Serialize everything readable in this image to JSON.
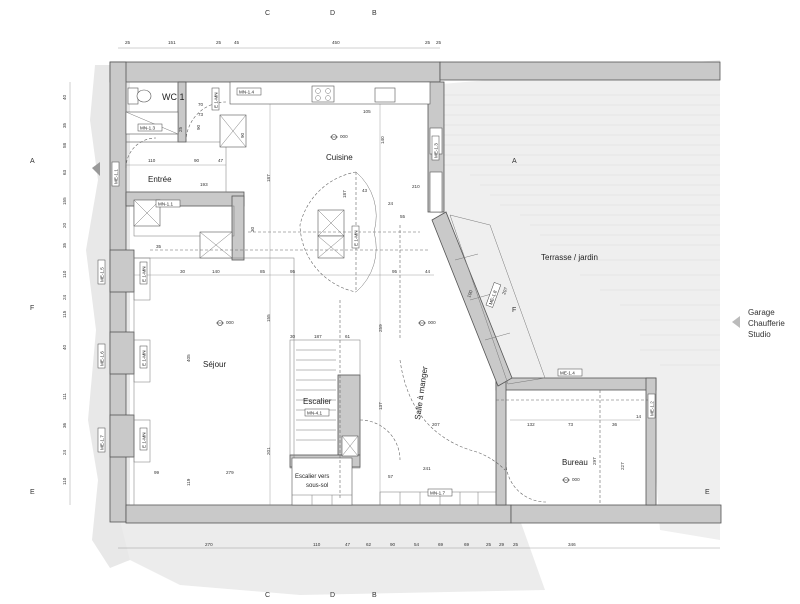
{
  "rooms": {
    "wc": "WC 1",
    "entree": "Entrée",
    "cuisine": "Cuisine",
    "sejour": "Séjour",
    "salle_a_manger": "Salle à manger",
    "escalier": "Escalier",
    "escalier_sous_sol_line1": "Escalier vers",
    "escalier_sous_sol_line2": "sous-sol",
    "terrasse": "Terrasse / jardin",
    "bureau": "Bureau"
  },
  "external_labels": [
    "Garage",
    "Chaufferie",
    "Studio"
  ],
  "section_marks": {
    "A_left": "A",
    "A_right": "A",
    "F_left": "F",
    "F_right": "F",
    "E_left": "E",
    "E_right": "E",
    "C_top": "C",
    "D_top": "D",
    "B_top": "B",
    "C_bottom": "C",
    "D_bottom": "D",
    "B_bottom": "B"
  },
  "tags": {
    "mn_1_4": "MN-1.4",
    "mn_1_3": "MN-1.3",
    "mn_1_1": "MN-1.1",
    "mn_4_1": "MN-4.1",
    "mn_1_7": "MN-1.7",
    "me_1_1": "ME-1.1",
    "me_1_5": "ME-1.5",
    "me_1_6": "ME-1.6",
    "me_1_7": "ME-1.7",
    "me_1_4": "ME-1.4",
    "me_1_2": "ME-1.2",
    "me_1_3": "ME-1.3",
    "me_1_8": "ME-1.8",
    "e_1_mn_a": "E 1-MN",
    "e_1_mn_b": "E 1-MN",
    "e_1_mn_c": "E 1-MN",
    "e_1_mn_d": "E 1-MN",
    "e_1_mn_e": "E 1-MN"
  },
  "levels": {
    "cuisine": "000",
    "sejour": "000",
    "salle_a_manger": "000",
    "bureau": "000"
  },
  "top_dims": [
    "25",
    "151",
    "25",
    "45",
    "450",
    "25",
    "25"
  ],
  "bottom_dims": [
    "270",
    "110",
    "47",
    "62",
    "90",
    "54",
    "69",
    "69",
    "25",
    "29",
    "25",
    "346"
  ],
  "left_dims": [
    "40",
    "35",
    "58",
    "63",
    "155",
    "20",
    "35",
    "110",
    "24",
    "115",
    "40",
    "111",
    "36",
    "24",
    "110"
  ],
  "inner_dims": {
    "cuisine_w": "105",
    "cuisine_d": "90",
    "entree_w": "193",
    "entree_110": "110",
    "entree_90": "90",
    "entree_47": "47",
    "entree_30": "30",
    "sejour_35": "35",
    "sejour_30": "30",
    "sejour_140": "140",
    "sejour_85": "85",
    "sejour_95": "95",
    "sejour_95b": "95",
    "sejour_44": "44",
    "sejour_h1": "187",
    "sejour_h2": "405",
    "sejour_h3": "155",
    "sejour_h4": "201",
    "sejour_119": "119",
    "sejour_279": "279",
    "sejour_99": "99",
    "esc_187": "187",
    "esc_30": "30",
    "esc_61": "61",
    "sam_h": "259",
    "sam_137": "137",
    "sam_207": "207",
    "sam_241": "241",
    "sam_57": "57",
    "cuis_140": "140",
    "cuis_43": "43",
    "cuis_187": "187",
    "cuis_24": "24",
    "cuis_55": "55",
    "cuis_210": "210",
    "bureau_132": "132",
    "bureau_73": "73",
    "bureau_36": "36",
    "bureau_297": "297",
    "bureau_227": "227",
    "bureau_14": "14",
    "terr_100": "100",
    "terr_207": "207",
    "wc_25": "25",
    "wc_90": "90",
    "wc_73": "73",
    "wc_70": "70"
  }
}
